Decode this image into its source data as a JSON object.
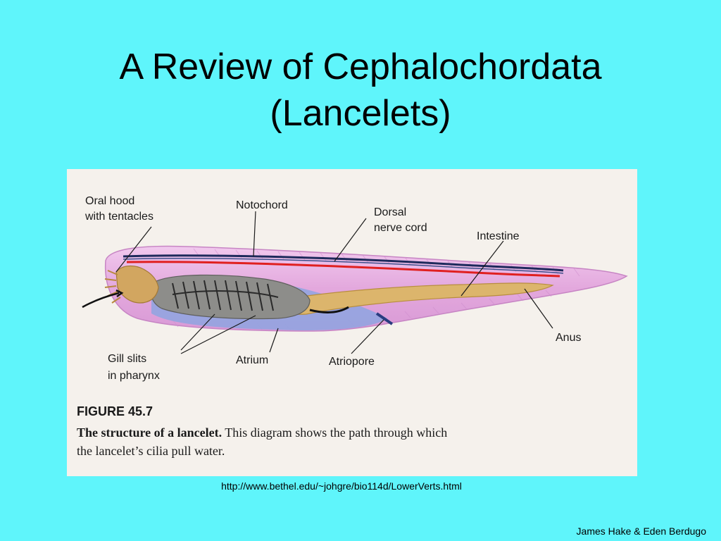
{
  "slide": {
    "title_line1": "A Review of Cephalochordata",
    "title_line2": "(Lancelets)"
  },
  "figure": {
    "labels": {
      "oral_hood_1": "Oral hood",
      "oral_hood_2": "with tentacles",
      "notochord": "Notochord",
      "dorsal_1": "Dorsal",
      "dorsal_2": "nerve cord",
      "intestine": "Intestine",
      "anus": "Anus",
      "gill_1": "Gill slits",
      "gill_2": "in pharynx",
      "atrium": "Atrium",
      "atriopore": "Atriopore"
    },
    "caption": {
      "number": "FIGURE 45.7",
      "bold": "The structure of a lancelet.",
      "text1": " This diagram shows the path through which",
      "text2": "the lancelet’s cilia pull water."
    }
  },
  "footer": {
    "source_url": "http://www.bethel.edu/~johgre/bio114d/LowerVerts.html",
    "credit": "James Hake & Eden Berdugo"
  },
  "colors": {
    "background": "#5ff5fb",
    "panel": "#f5f1ec",
    "body": "#e8b0e0",
    "notochord": "#1e2a5c",
    "nerve_cord": "#e02020",
    "pharynx": "#8a8a88",
    "intestine": "#d8b36a",
    "atrium": "#7f97dc"
  }
}
